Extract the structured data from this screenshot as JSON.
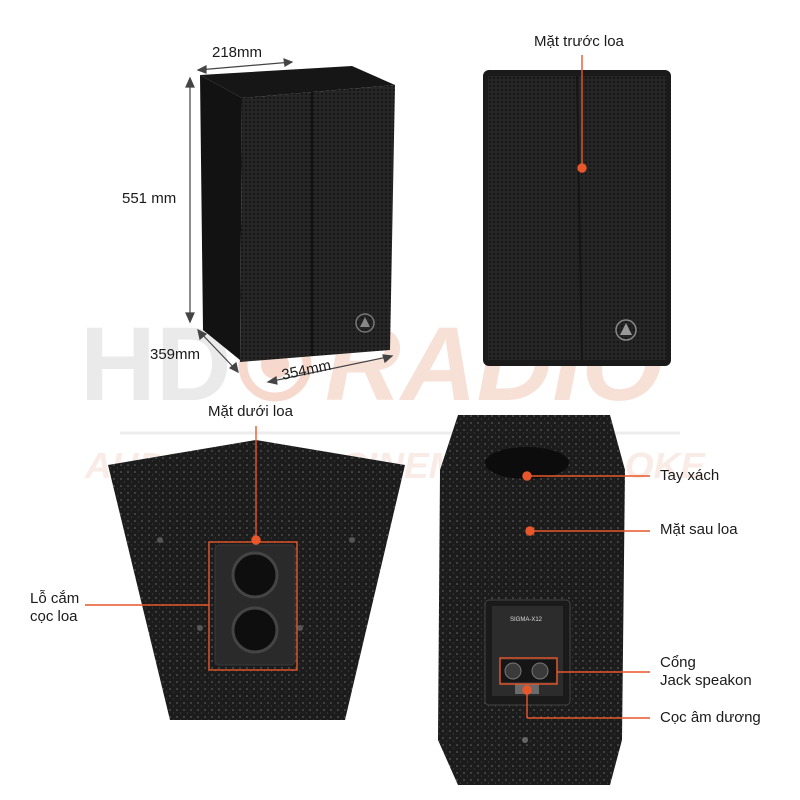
{
  "watermark": {
    "logo_left": "HD",
    "logo_right": "RADIO",
    "tagline": "AUDIO · HIFI · CINEMA · KARAOKE"
  },
  "dimensions": {
    "width": "218mm",
    "height": "551 mm",
    "depth": "359mm",
    "bottom_width": "354mm"
  },
  "labels": {
    "front": "Mặt trước loa",
    "bottom": "Mặt dưới loa",
    "handle": "Tay xách",
    "rear": "Mặt sau loa",
    "stand_socket_line1": "Lỗ cắm",
    "stand_socket_line2": "cọc loa",
    "speakon_line1": "Cổng",
    "speakon_line2": "Jack speakon",
    "terminals": "Cọc âm dương"
  },
  "rear_plate": {
    "model": "SIGMA-X12"
  },
  "colors": {
    "accent": "#e8572a",
    "watermark": "#f2c9b8",
    "cabinet": "#1b1b1b",
    "grille": "#2a2a2a"
  }
}
